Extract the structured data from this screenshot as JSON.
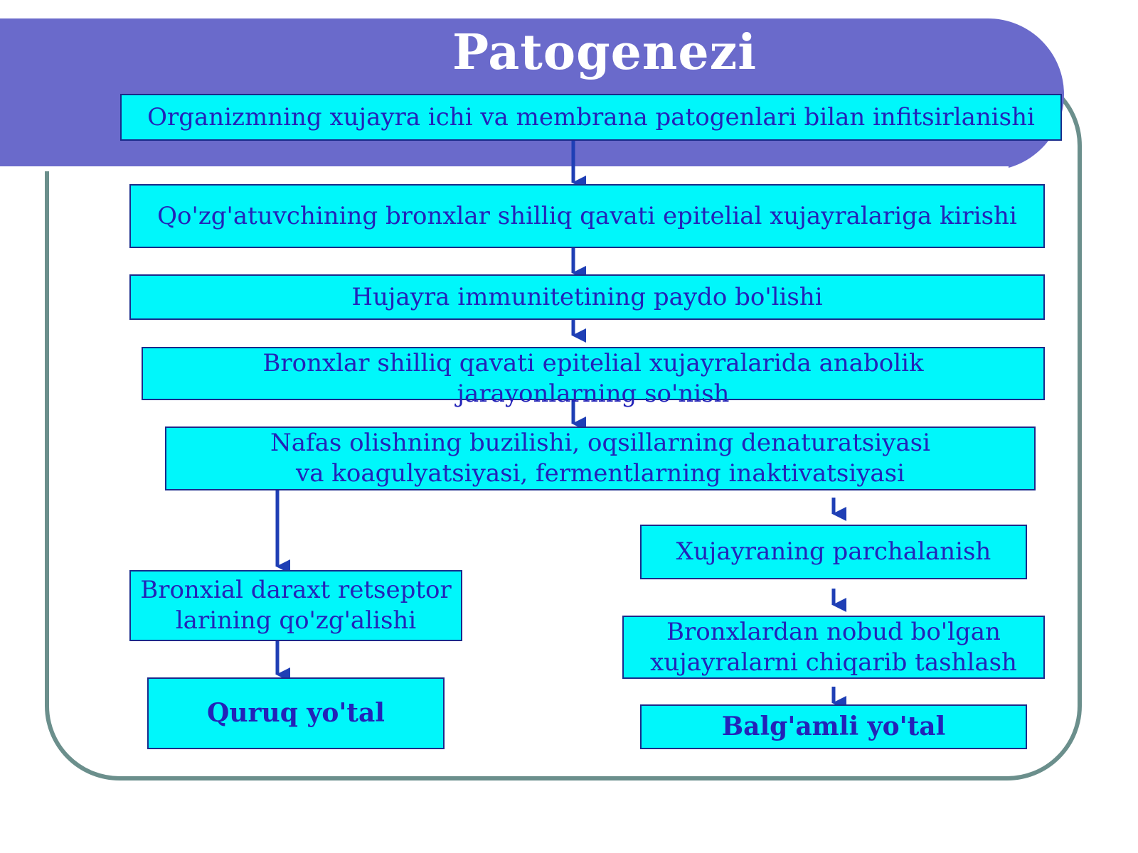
{
  "title": "Patogenezi",
  "colors": {
    "header": "#6a6acb",
    "box_fill": "#00f7fb",
    "box_text": "#2323b8",
    "arrow": "#1f3fb5",
    "frame": "#6b8f8c"
  },
  "steps": {
    "step1": "Organizmning xujayra ichi va membrana patogenlari bilan infitsirlanishi",
    "step2": "Qo'zg'atuvchining bronxlar shilliq qavati epitelial xujayralariga kirishi",
    "step3": "Hujayra immunitetining paydo bo'lishi",
    "step4": "Bronxlar shilliq qavati epitelial xujayralarida anabolik\njarayonlarning so'nish",
    "step5": "Nafas olishning buzilishi, oqsillarning denaturatsiyasi\nva koagulyatsiyasi,  fermentlarning inaktivatsiyasi",
    "left1": "Bronxial daraxt retseptor\nlarining qo'zg'alishi",
    "left2": "Quruq yo'tal",
    "right1": "Xujayraning parchalanish",
    "right2": "Bronxlardan nobud bo'lgan\nxujayralarni chiqarib tashlash",
    "right3": "Balg'amli yo'tal"
  }
}
